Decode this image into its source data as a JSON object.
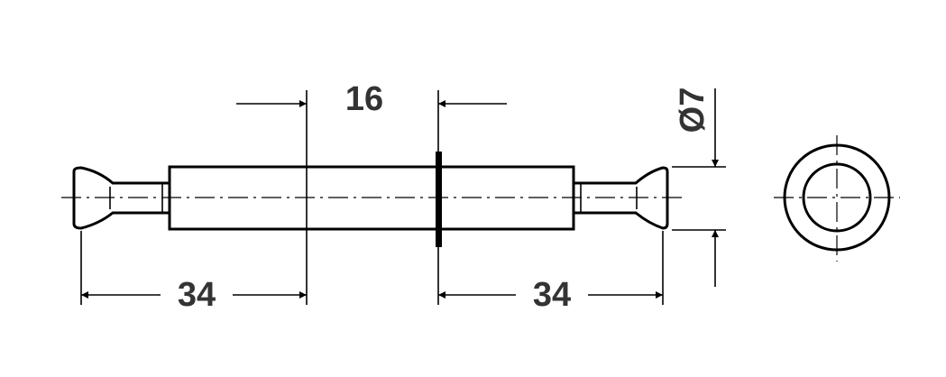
{
  "dimensions": {
    "left_length": "34",
    "right_length": "34",
    "collar_gap": "16",
    "diameter": "Ø7"
  },
  "colors": {
    "line": "#000000",
    "text": "#333333",
    "background": "#ffffff"
  }
}
